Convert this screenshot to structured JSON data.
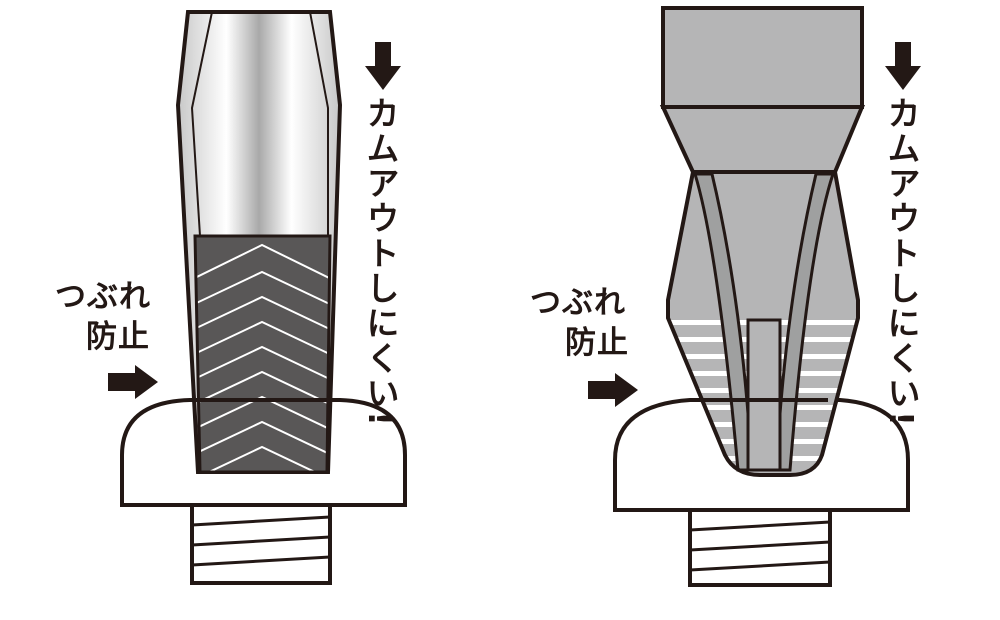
{
  "left_panel": {
    "side_label_line1": "つぶれ",
    "side_label_line2": "防止",
    "vertical_label": "カムアウトしにくい!"
  },
  "right_panel": {
    "side_label_line1": "つぶれ",
    "side_label_line2": "防止",
    "vertical_label": "カムアウトしにくい!"
  },
  "colors": {
    "ink": "#231815",
    "dark_tip": "#595757",
    "gray_body": "#b5b5b6",
    "flute": "#9fa0a0"
  }
}
